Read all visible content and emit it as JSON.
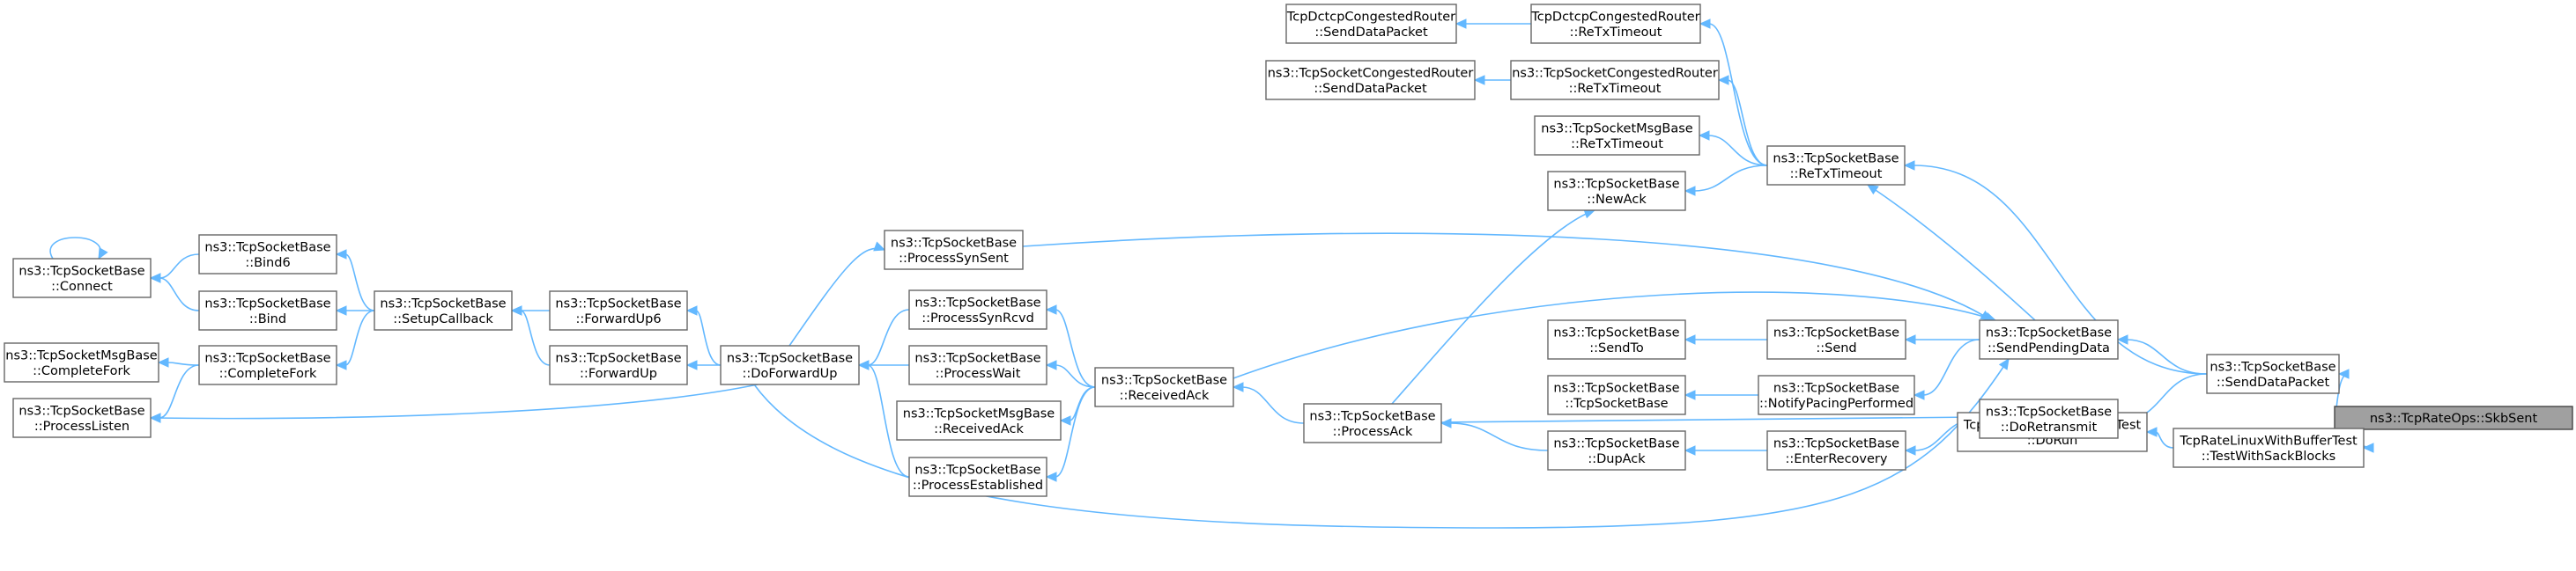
{
  "nodes": {
    "skbsent": {
      "lines": [
        "ns3::TcpRateOps::SkbSent"
      ],
      "root": true
    },
    "senddatapacket": {
      "lines": [
        "ns3::TcpSocketBase",
        "::SendDataPacket"
      ]
    },
    "testwithsack": {
      "lines": [
        "TcpRateLinuxWithBufferTest",
        "::TestWithSackBlocks"
      ]
    },
    "dorun": {
      "lines": [
        "TcpRateLinuxWithBufferTest",
        "::DoRun"
      ]
    },
    "retxtimeout": {
      "lines": [
        "ns3::TcpSocketBase",
        "::ReTxTimeout"
      ]
    },
    "sendpending": {
      "lines": [
        "ns3::TcpSocketBase",
        "::SendPendingData"
      ]
    },
    "doretransmit": {
      "lines": [
        "ns3::TcpSocketBase",
        "::DoRetransmit"
      ]
    },
    "dctcp_retx": {
      "lines": [
        "TcpDctcpCongestedRouter",
        "::ReTxTimeout"
      ]
    },
    "dctcp_send": {
      "lines": [
        "TcpDctcpCongestedRouter",
        "::SendDataPacket"
      ]
    },
    "cong_retx": {
      "lines": [
        "ns3::TcpSocketCongestedRouter",
        "::ReTxTimeout"
      ]
    },
    "cong_send": {
      "lines": [
        "ns3::TcpSocketCongestedRouter",
        "::SendDataPacket"
      ]
    },
    "msgbase_retx": {
      "lines": [
        "ns3::TcpSocketMsgBase",
        "::ReTxTimeout"
      ]
    },
    "newack": {
      "lines": [
        "ns3::TcpSocketBase",
        "::NewAck"
      ]
    },
    "send": {
      "lines": [
        "ns3::TcpSocketBase",
        "::Send"
      ]
    },
    "sendto": {
      "lines": [
        "ns3::TcpSocketBase",
        "::SendTo"
      ]
    },
    "notifypacing": {
      "lines": [
        "ns3::TcpSocketBase",
        "::NotifyPacingPerformed"
      ]
    },
    "ctor": {
      "lines": [
        "ns3::TcpSocketBase",
        "::TcpSocketBase"
      ]
    },
    "enterrecovery": {
      "lines": [
        "ns3::TcpSocketBase",
        "::EnterRecovery"
      ]
    },
    "dupack": {
      "lines": [
        "ns3::TcpSocketBase",
        "::DupAck"
      ]
    },
    "processack": {
      "lines": [
        "ns3::TcpSocketBase",
        "::ProcessAck"
      ]
    },
    "receivedack": {
      "lines": [
        "ns3::TcpSocketBase",
        "::ReceivedAck"
      ]
    },
    "processsynsent": {
      "lines": [
        "ns3::TcpSocketBase",
        "::ProcessSynSent"
      ]
    },
    "processsynrcvd": {
      "lines": [
        "ns3::TcpSocketBase",
        "::ProcessSynRcvd"
      ]
    },
    "processwait": {
      "lines": [
        "ns3::TcpSocketBase",
        "::ProcessWait"
      ]
    },
    "msgbase_recvack": {
      "lines": [
        "ns3::TcpSocketMsgBase",
        "::ReceivedAck"
      ]
    },
    "processestablished": {
      "lines": [
        "ns3::TcpSocketBase",
        "::ProcessEstablished"
      ]
    },
    "doforwardup": {
      "lines": [
        "ns3::TcpSocketBase",
        "::DoForwardUp"
      ]
    },
    "forwardup6": {
      "lines": [
        "ns3::TcpSocketBase",
        "::ForwardUp6"
      ]
    },
    "forwardup": {
      "lines": [
        "ns3::TcpSocketBase",
        "::ForwardUp"
      ]
    },
    "setupcallback": {
      "lines": [
        "ns3::TcpSocketBase",
        "::SetupCallback"
      ]
    },
    "bind6": {
      "lines": [
        "ns3::TcpSocketBase",
        "::Bind6"
      ]
    },
    "bind": {
      "lines": [
        "ns3::TcpSocketBase",
        "::Bind"
      ]
    },
    "completefork": {
      "lines": [
        "ns3::TcpSocketBase",
        "::CompleteFork"
      ]
    },
    "connect": {
      "lines": [
        "ns3::TcpSocketBase",
        "::Connect"
      ]
    },
    "processlisten": {
      "lines": [
        "ns3::TcpSocketBase",
        "::ProcessListen"
      ]
    },
    "msgbase_completefork": {
      "lines": [
        "ns3::TcpSocketMsgBase",
        "::CompleteFork"
      ]
    }
  },
  "edges": [
    [
      "senddatapacket",
      "skbsent"
    ],
    [
      "testwithsack",
      "skbsent"
    ],
    [
      "dorun",
      "testwithsack"
    ],
    [
      "retxtimeout",
      "senddatapacket"
    ],
    [
      "sendpending",
      "senddatapacket"
    ],
    [
      "doretransmit",
      "senddatapacket"
    ],
    [
      "dctcp_retx",
      "retxtimeout"
    ],
    [
      "dctcp_send",
      "dctcp_retx"
    ],
    [
      "cong_retx",
      "retxtimeout"
    ],
    [
      "cong_send",
      "cong_retx"
    ],
    [
      "msgbase_retx",
      "retxtimeout"
    ],
    [
      "newack",
      "retxtimeout"
    ],
    [
      "sendpending",
      "retxtimeout"
    ],
    [
      "processack",
      "newack"
    ],
    [
      "send",
      "sendpending"
    ],
    [
      "sendto",
      "send"
    ],
    [
      "notifypacing",
      "sendpending"
    ],
    [
      "ctor",
      "notifypacing"
    ],
    [
      "processsynsent",
      "sendpending"
    ],
    [
      "receivedack",
      "sendpending"
    ],
    [
      "doforwardup",
      "sendpending"
    ],
    [
      "enterrecovery",
      "doretransmit"
    ],
    [
      "processack",
      "doretransmit"
    ],
    [
      "dupack",
      "enterrecovery"
    ],
    [
      "processack",
      "dupack"
    ],
    [
      "receivedack",
      "processack"
    ],
    [
      "processsynrcvd",
      "receivedack"
    ],
    [
      "processwait",
      "receivedack"
    ],
    [
      "msgbase_recvack",
      "receivedack"
    ],
    [
      "processestablished",
      "receivedack"
    ],
    [
      "doforwardup",
      "processsynsent"
    ],
    [
      "doforwardup",
      "processsynrcvd"
    ],
    [
      "doforwardup",
      "processwait"
    ],
    [
      "doforwardup",
      "processestablished"
    ],
    [
      "forwardup6",
      "doforwardup"
    ],
    [
      "forwardup",
      "doforwardup"
    ],
    [
      "setupcallback",
      "forwardup6"
    ],
    [
      "setupcallback",
      "forwardup"
    ],
    [
      "bind6",
      "setupcallback"
    ],
    [
      "bind",
      "setupcallback"
    ],
    [
      "completefork",
      "setupcallback"
    ],
    [
      "connect",
      "bind6"
    ],
    [
      "connect",
      "bind"
    ],
    [
      "connect",
      "connect"
    ],
    [
      "processlisten",
      "completefork"
    ],
    [
      "msgbase_completefork",
      "completefork"
    ],
    [
      "doforwardup",
      "processlisten"
    ]
  ]
}
